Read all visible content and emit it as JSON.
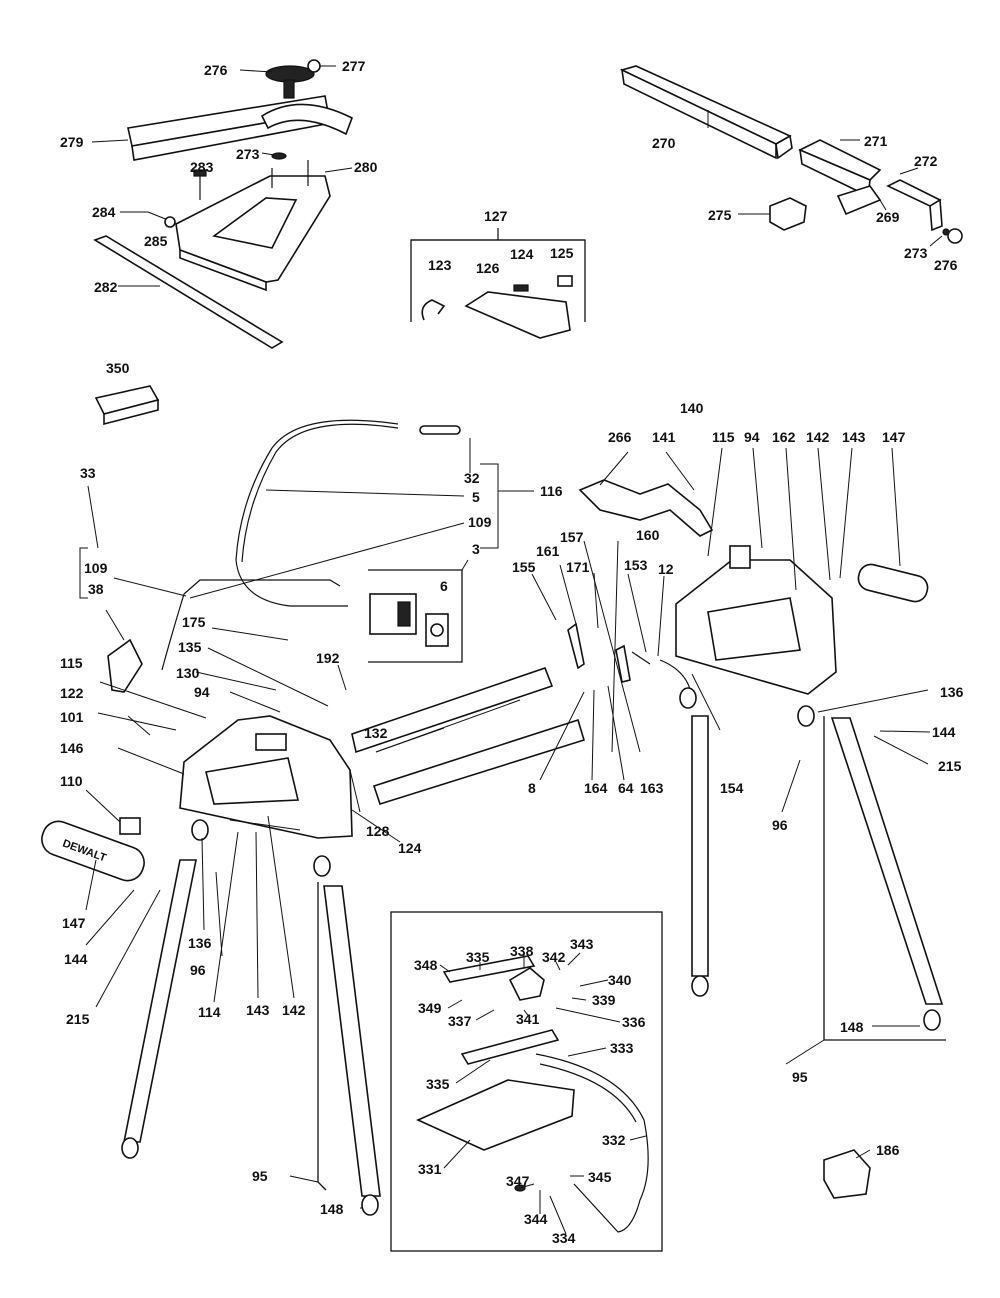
{
  "labels": {
    "l276a": "276",
    "l277": "277",
    "l279": "279",
    "l273a": "273",
    "l283": "283",
    "l280": "280",
    "l284": "284",
    "l285": "285",
    "l282": "282",
    "l270": "270",
    "l271": "271",
    "l272": "272",
    "l275": "275",
    "l269": "269",
    "l273b": "273",
    "l276b": "276",
    "l127": "127",
    "l123": "123",
    "l126": "126",
    "l124a": "124",
    "l125": "125",
    "l350": "350",
    "l33": "33",
    "l109a": "109",
    "l38": "38",
    "l32": "32",
    "l5": "5",
    "l116": "116",
    "l109b": "109",
    "l3": "3",
    "l6": "6",
    "l175": "175",
    "l135": "135",
    "l130": "130",
    "l192": "192",
    "l94a": "94",
    "l115a": "115",
    "l122": "122",
    "l101": "101",
    "l146": "146",
    "l110": "110",
    "l132": "132",
    "l128": "128",
    "l124b": "124",
    "l140": "140",
    "l266": "266",
    "l141": "141",
    "l115b": "115",
    "l94b": "94",
    "l162": "162",
    "l142a": "142",
    "l143a": "143",
    "l147a": "147",
    "l157": "157",
    "l160": "160",
    "l161": "161",
    "l171": "171",
    "l155": "155",
    "l153": "153",
    "l12": "12",
    "l8": "8",
    "l164": "164",
    "l64": "64",
    "l163": "163",
    "l154": "154",
    "l136a": "136",
    "l144a": "144",
    "l215a": "215",
    "l96a": "96",
    "l147b": "147",
    "l144b": "144",
    "l215b": "215",
    "l136b": "136",
    "l96b": "96",
    "l114": "114",
    "l143b": "143",
    "l142b": "142",
    "l95a": "95",
    "l148a": "148",
    "l95b": "95",
    "l148b": "148",
    "l186": "186",
    "l348": "348",
    "l335a": "335",
    "l338": "338",
    "l343": "343",
    "l342": "342",
    "l340": "340",
    "l349": "349",
    "l337": "337",
    "l341": "341",
    "l339": "339",
    "l336": "336",
    "l333": "333",
    "l335b": "335",
    "l332": "332",
    "l331": "331",
    "l347": "347",
    "l345": "345",
    "l344": "344",
    "l334": "334"
  },
  "brand_text": "DEWALT"
}
